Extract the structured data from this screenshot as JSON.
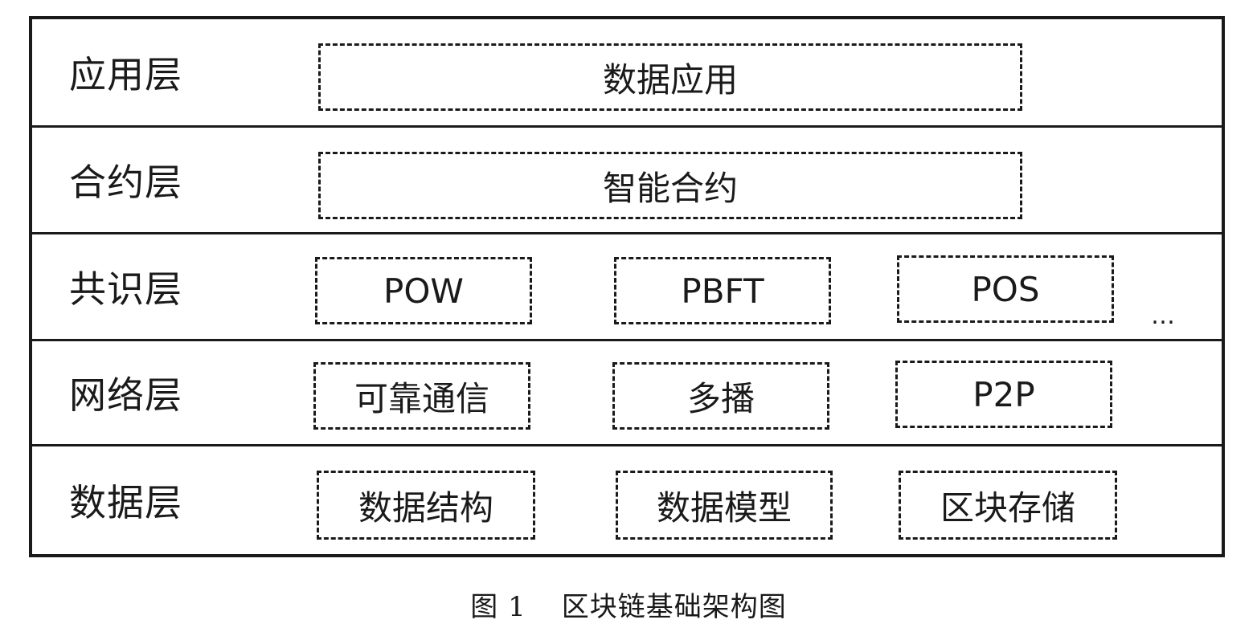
{
  "layers": [
    {
      "label": "应用层",
      "items": [
        "数据应用"
      ]
    },
    {
      "label": "合约层",
      "items": [
        "智能合约"
      ]
    },
    {
      "label": "共识层",
      "items": [
        "POW",
        "PBFT",
        "POS"
      ],
      "more": "…"
    },
    {
      "label": "网络层",
      "items": [
        "可靠通信",
        "多播",
        "P2P"
      ]
    },
    {
      "label": "数据层",
      "items": [
        "数据结构",
        "数据模型",
        "区块存储"
      ]
    }
  ],
  "caption": {
    "figure": "图 1",
    "title": "区块链基础架构图"
  }
}
